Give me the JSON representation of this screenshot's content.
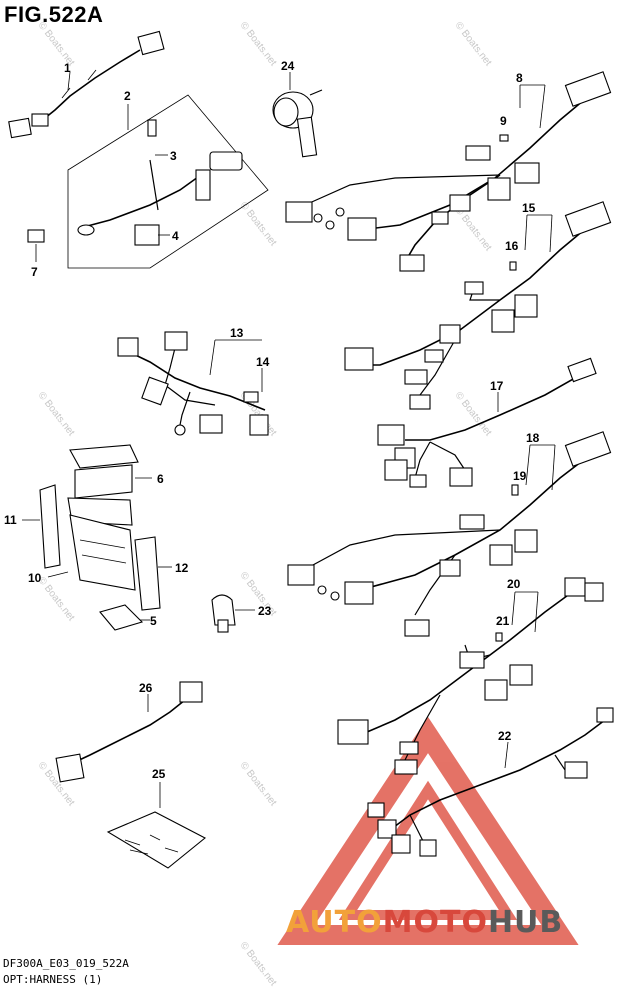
{
  "figure": {
    "title": "FIG.522A",
    "code": "DF300A_E03_019_522A",
    "subtitle": "OPT:HARNESS (1)"
  },
  "watermark_text": "© Boats.net",
  "logo": {
    "part1": "AUTO",
    "part2": "MOTO",
    "part3": "HUB"
  },
  "callouts": [
    "1",
    "2",
    "3",
    "4",
    "5",
    "6",
    "7",
    "8",
    "9",
    "10",
    "11",
    "12",
    "13",
    "14",
    "15",
    "16",
    "17",
    "18",
    "19",
    "20",
    "21",
    "22",
    "23",
    "24",
    "25",
    "26"
  ],
  "colors": {
    "logo_orange": "#f2a13a",
    "logo_red": "#d8483c",
    "logo_gray": "#5a5a5a",
    "watermark_triangle": "#e05a4c"
  }
}
